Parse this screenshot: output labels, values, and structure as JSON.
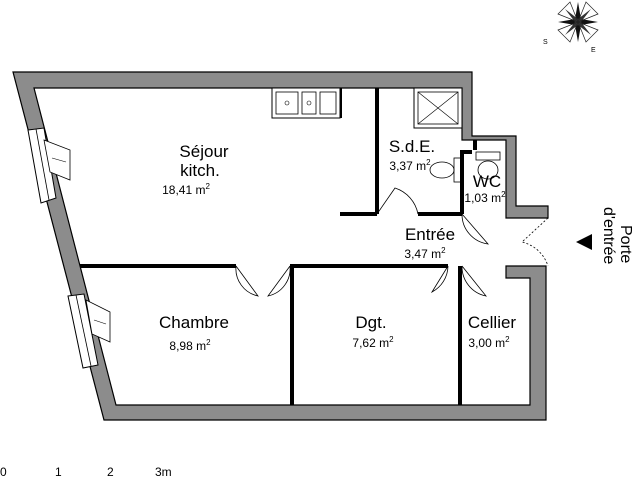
{
  "compass": {
    "label_s": "S",
    "label_e": "E"
  },
  "rooms": [
    {
      "id": "sejour",
      "name": "Séjour",
      "name2": "kitch.",
      "area": "18,41 m",
      "unit_sup": "2"
    },
    {
      "id": "sde",
      "name": "S.d.E.",
      "area": "3,37 m",
      "unit_sup": "2"
    },
    {
      "id": "wc",
      "name": "WC",
      "area": "1,03 m",
      "unit_sup": "2"
    },
    {
      "id": "entree",
      "name": "Entrée",
      "area": "3,47 m",
      "unit_sup": "2"
    },
    {
      "id": "chambre",
      "name": "Chambre",
      "area": "8,98 m",
      "unit_sup": "2"
    },
    {
      "id": "dgt",
      "name": "Dgt.",
      "area": "7,62 m",
      "unit_sup": "2"
    },
    {
      "id": "cellier",
      "name": "Cellier",
      "area": "3,00 m",
      "unit_sup": "2"
    }
  ],
  "entrance": {
    "line1": "Porte",
    "line2": "d'entrée"
  },
  "scale": {
    "labels": [
      "0",
      "1",
      "2",
      "3m"
    ]
  }
}
